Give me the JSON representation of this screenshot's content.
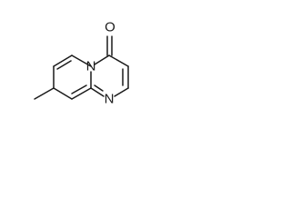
{
  "molecule": {
    "atoms": {
      "oxygen": "O",
      "ring_nitrogen_bottom": "N",
      "bridgehead_nitrogen": "N"
    },
    "colors": {
      "bond": "#1a1a1a",
      "background": "#ffffff"
    }
  }
}
